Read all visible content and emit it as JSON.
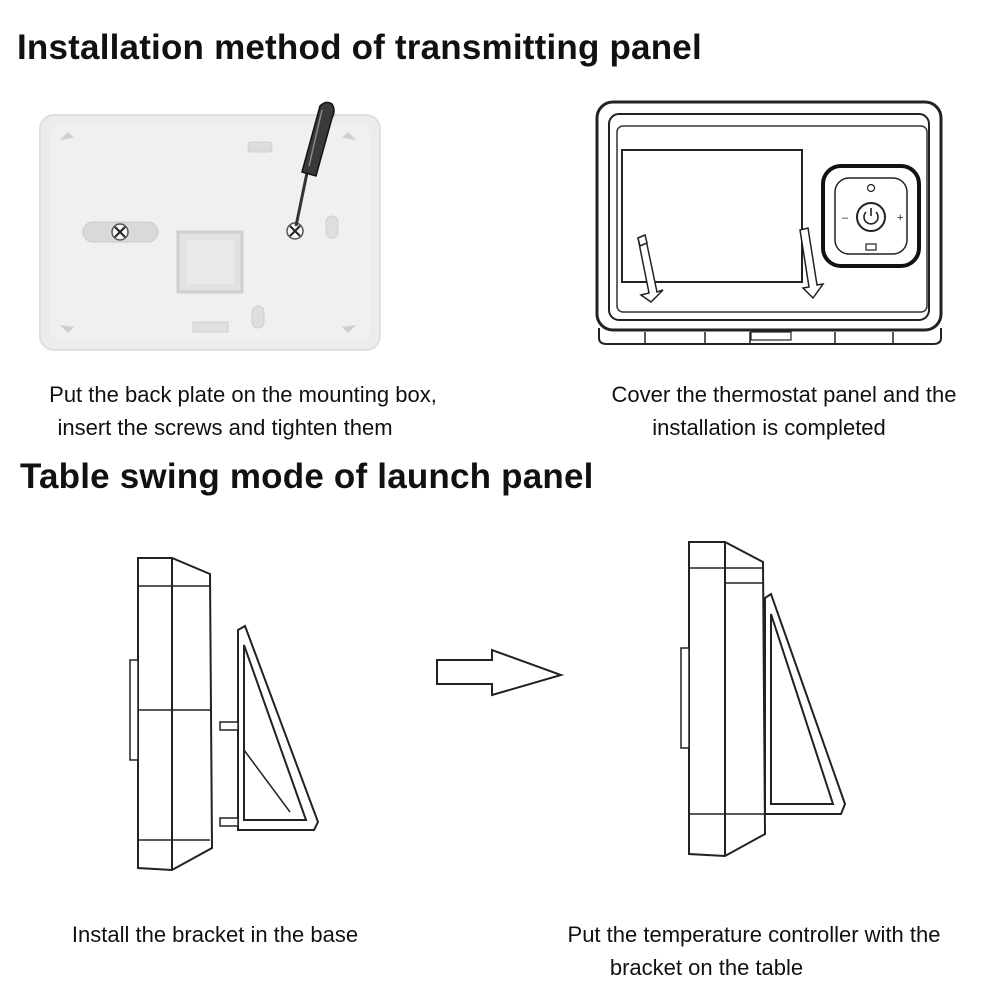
{
  "section1": {
    "heading": "Installation method of transmitting panel",
    "left_caption_line1": "Put the back plate on the mounting box,",
    "left_caption_line2": "insert the screws and tighten them",
    "right_caption_line1": "Cover the thermostat panel and the",
    "right_caption_line2": "installation is completed"
  },
  "section2": {
    "heading": "Table swing mode of launch panel",
    "left_caption": "Install the bracket in the base",
    "right_caption_line1": "Put the temperature controller with the",
    "right_caption_line2": "bracket on the table"
  },
  "colors": {
    "text": "#111111",
    "plate": "#eeeeee",
    "line": "#222222"
  },
  "icons": [
    "screwdriver-icon",
    "screw-icon",
    "power-icon",
    "clock-icon",
    "book-icon",
    "down-arrow-icon",
    "right-arrow-icon"
  ]
}
